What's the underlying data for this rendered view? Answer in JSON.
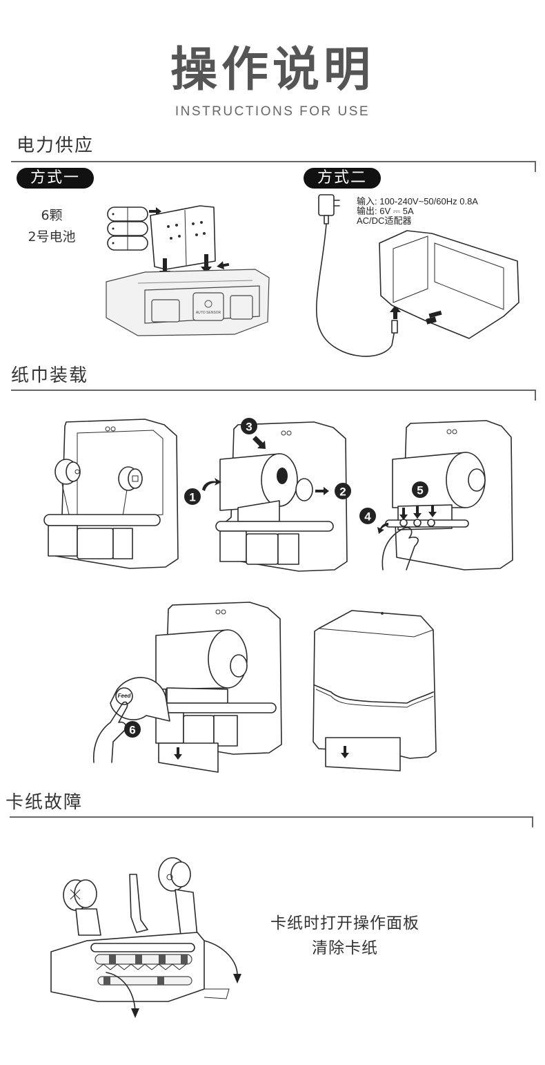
{
  "header": {
    "title": "操作说明",
    "subtitle": "INSTRUCTIONS FOR USE"
  },
  "power": {
    "section_title": "电力供应",
    "method1": {
      "label": "方式一",
      "battery_count": "6颗",
      "battery_type": "2号电池"
    },
    "method2": {
      "label": "方式二",
      "spec_input": "输入: 100-240V~50/60Hz  0.8A",
      "spec_output": "输出: 6V ⎓ 5A",
      "spec_adapter": "AC/DC适配器"
    },
    "panel_label": "AUTO SENSOR"
  },
  "loading": {
    "section_title": "纸巾装载",
    "steps": [
      "1",
      "2",
      "3",
      "4",
      "5",
      "6"
    ],
    "feed_button_label": "Feed"
  },
  "jam": {
    "section_title": "卡纸故障",
    "instruction_line1": "卡纸时打开操作面板",
    "instruction_line2": "清除卡纸"
  }
}
